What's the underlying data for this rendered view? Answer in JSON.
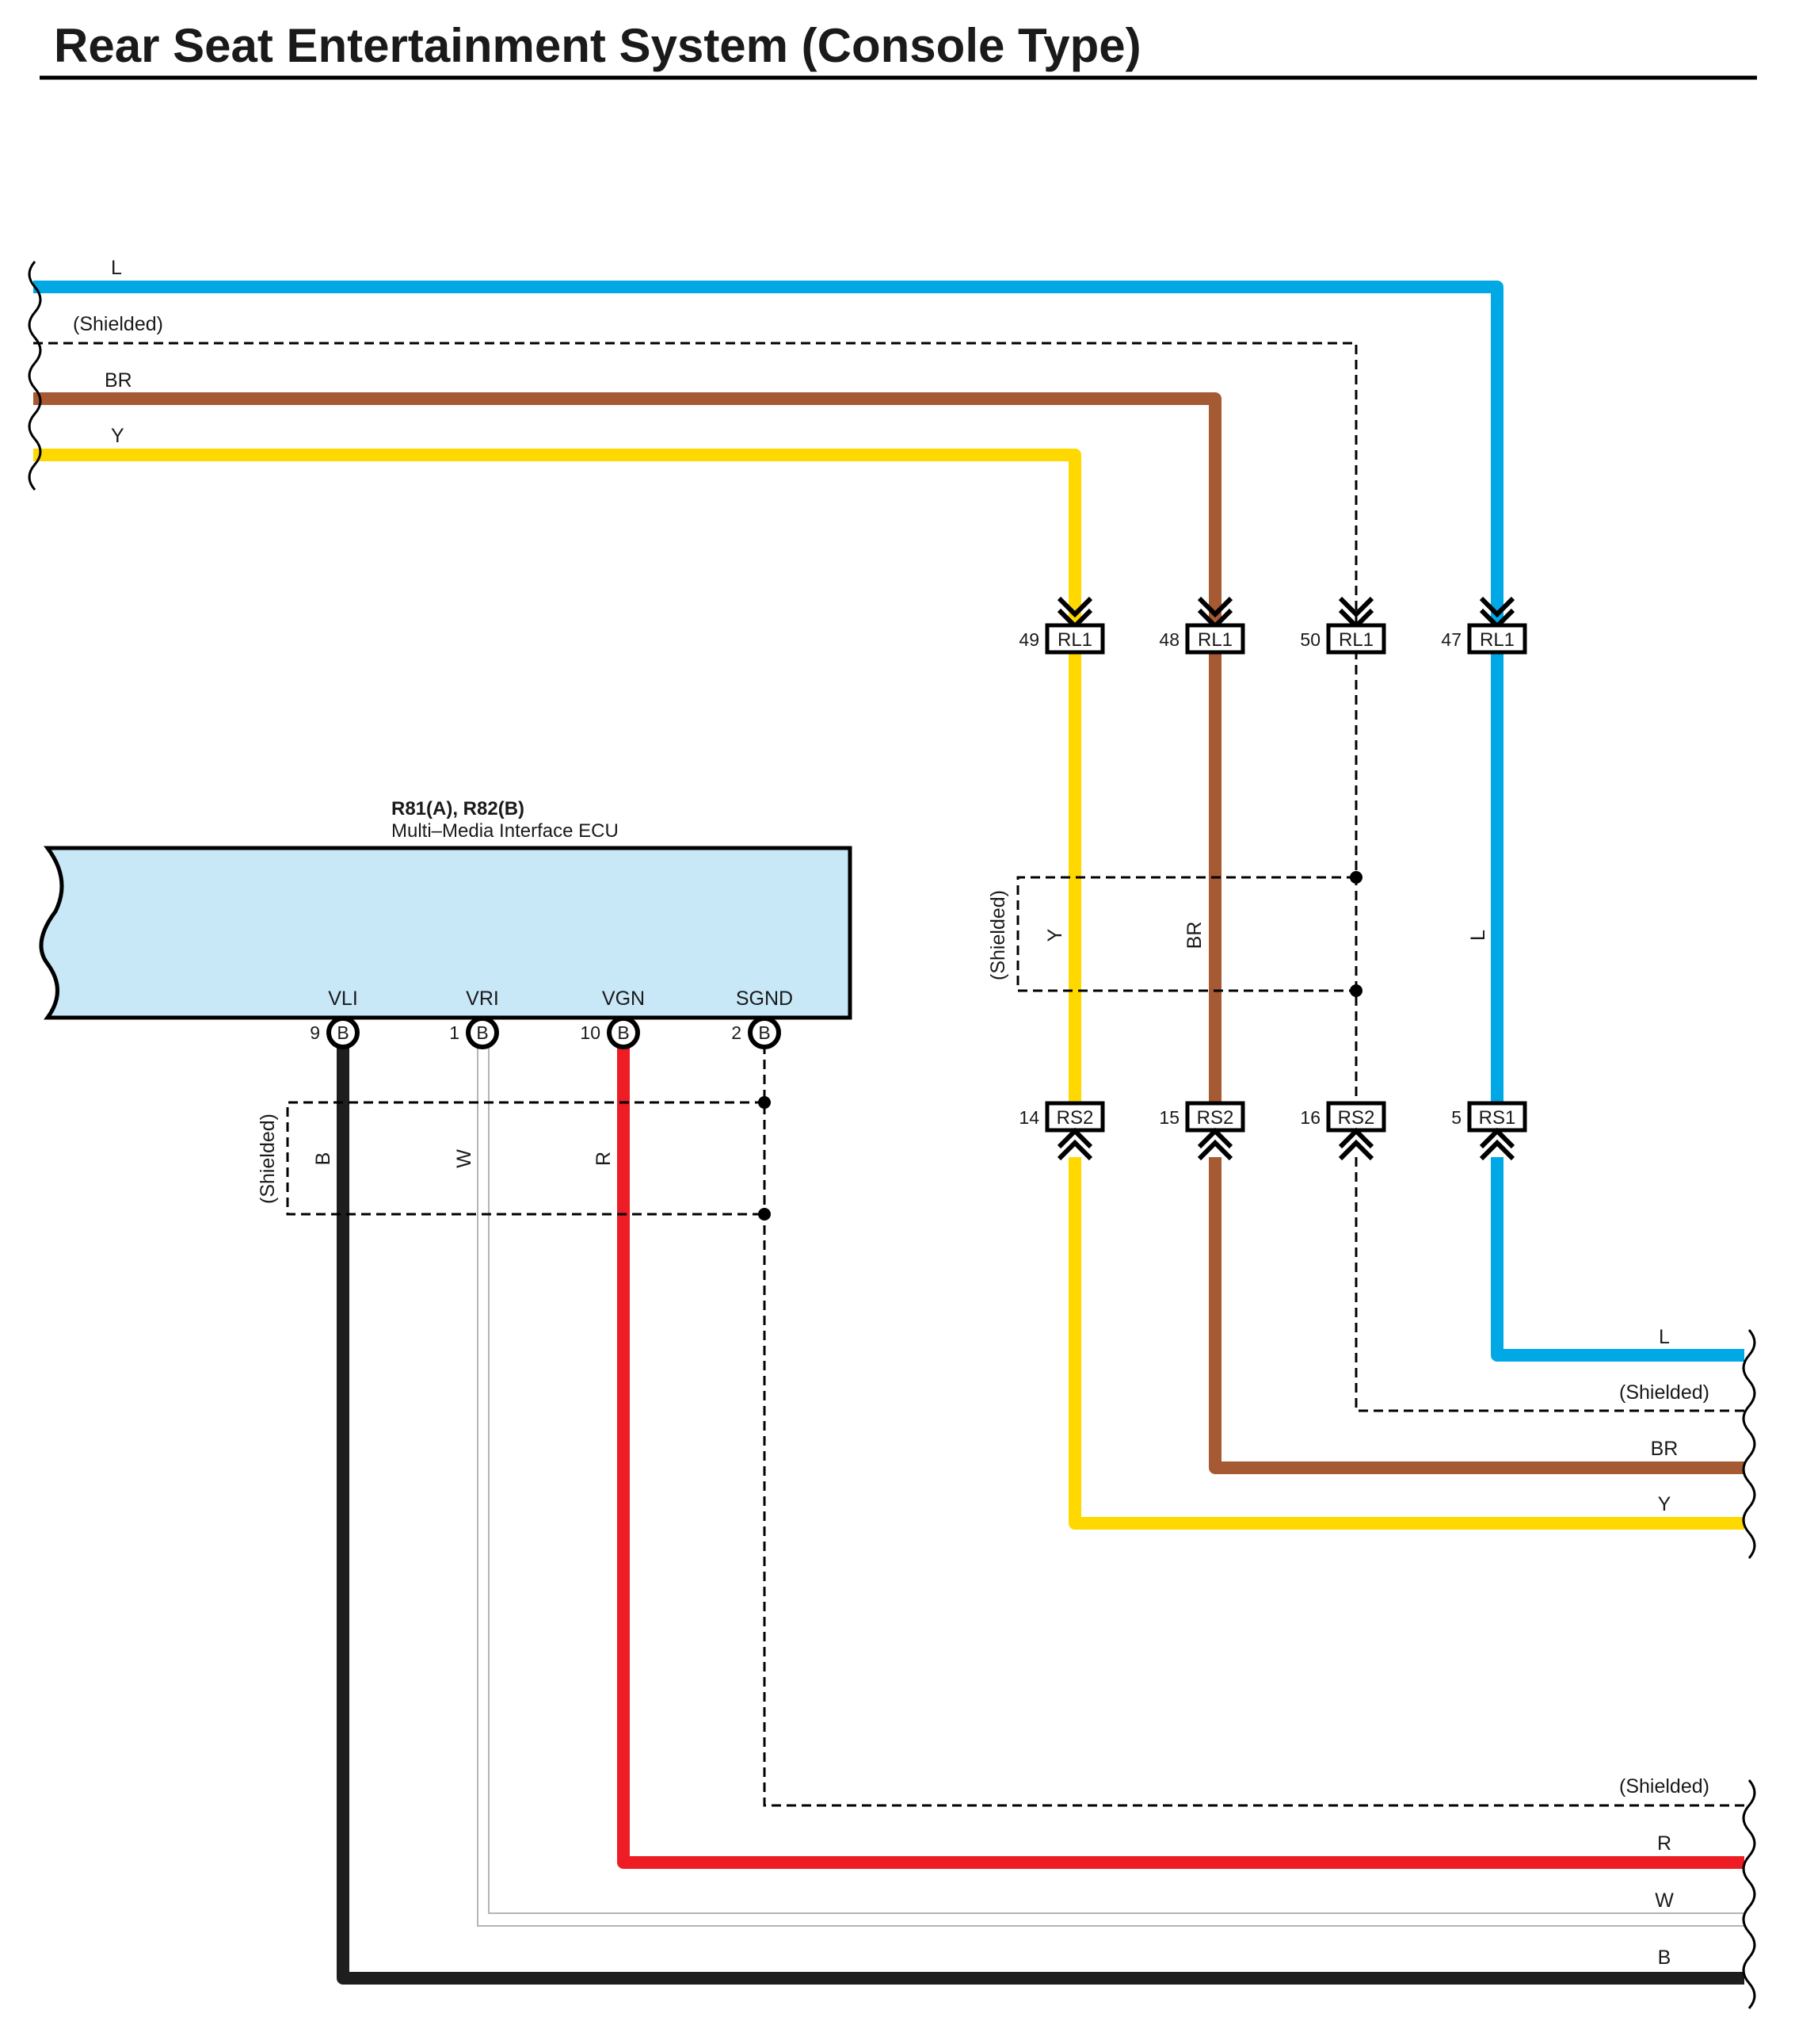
{
  "title": "Rear Seat Entertainment System (Console Type)",
  "colors": {
    "L": "#00a9e6",
    "BR": "#a55a34",
    "Y": "#ffd800",
    "R": "#ee1c24",
    "B": "#1e1e1e",
    "W": "#b5b5b5",
    "ecu_fill": "#c8e8f8",
    "shield": "#000000"
  },
  "ecu": {
    "code": "R81(A), R82(B)",
    "name": "Multi–Media Interface ECU",
    "terminals": [
      {
        "name": "VLI",
        "pin": "9",
        "connector": "B"
      },
      {
        "name": "VRI",
        "pin": "1",
        "connector": "B"
      },
      {
        "name": "VGN",
        "pin": "10",
        "connector": "B"
      },
      {
        "name": "SGND",
        "pin": "2",
        "connector": "B"
      }
    ]
  },
  "wires": {
    "top_left": [
      "L",
      "(Shielded)",
      "BR",
      "Y"
    ],
    "right_side": [
      "L",
      "(Shielded)",
      "BR",
      "Y"
    ],
    "bottom_right": [
      "(Shielded)",
      "R",
      "W",
      "B"
    ],
    "vertical_labels": [
      "Y",
      "BR",
      "L"
    ],
    "ecu_vertical_labels": [
      "B",
      "W",
      "R"
    ],
    "shield_label": "(Shielded)"
  },
  "connectors_upper": [
    {
      "pin": "49",
      "name": "RL1"
    },
    {
      "pin": "48",
      "name": "RL1"
    },
    {
      "pin": "50",
      "name": "RL1"
    },
    {
      "pin": "47",
      "name": "RL1"
    }
  ],
  "connectors_lower": [
    {
      "pin": "14",
      "name": "RS2"
    },
    {
      "pin": "15",
      "name": "RS2"
    },
    {
      "pin": "16",
      "name": "RS2"
    },
    {
      "pin": "5",
      "name": "RS1"
    }
  ]
}
